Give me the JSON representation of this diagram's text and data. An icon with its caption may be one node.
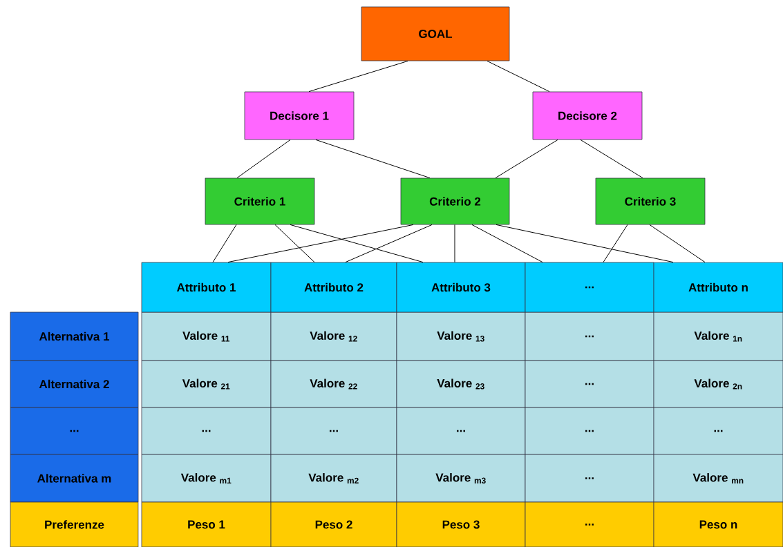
{
  "diagram": {
    "nodes": [
      {
        "text": [
          "GOAL"
        ]
      },
      {
        "text": [
          "Decisore 1"
        ]
      },
      {
        "text": [
          "Decisore 2"
        ]
      },
      {
        "text": [
          "Criterio 1"
        ]
      },
      {
        "text": [
          "Criterio 2"
        ]
      },
      {
        "text": [
          "Criterio 3"
        ]
      },
      {
        "text": [
          "Attributo 1"
        ]
      },
      {
        "text": [
          "Attributo 2"
        ]
      },
      {
        "text": [
          "Attributo 3"
        ]
      },
      {
        "text": [
          "..."
        ]
      },
      {
        "text": [
          "Attributo n"
        ]
      }
    ],
    "edges": [
      {
        "from": 0,
        "to": 1,
        "arrow": "none"
      },
      {
        "from": 0,
        "to": 2,
        "arrow": "none"
      },
      {
        "from": 1,
        "to": 3,
        "arrow": "none"
      },
      {
        "from": 1,
        "to": 4,
        "arrow": "none"
      },
      {
        "from": 2,
        "to": 4,
        "arrow": "none"
      },
      {
        "from": 2,
        "to": 5,
        "arrow": "none"
      },
      {
        "from": 3,
        "to": 6,
        "arrow": "none"
      },
      {
        "from": 3,
        "to": 7,
        "arrow": "none"
      },
      {
        "from": 3,
        "to": 8,
        "arrow": "none"
      },
      {
        "from": 4,
        "to": 6,
        "arrow": "none"
      },
      {
        "from": 4,
        "to": 7,
        "arrow": "none"
      },
      {
        "from": 4,
        "to": 8,
        "arrow": "none"
      },
      {
        "from": 4,
        "to": 9,
        "arrow": "none"
      },
      {
        "from": 4,
        "to": 10,
        "arrow": "none"
      },
      {
        "from": 5,
        "to": 9,
        "arrow": "none"
      },
      {
        "from": 5,
        "to": 10,
        "arrow": "none"
      }
    ],
    "labels": [
      "Alternativa 1",
      "Valore $_{11}$",
      "Valore $_{12}$",
      "Valore $_{13}$",
      "...",
      "Valore $_{1n}$",
      "Alternativa 2",
      "Valore $_{21}$",
      "Valore $_{22}$",
      "Valore $_{23}$",
      "...",
      "Valore $_{2n}$",
      "...",
      "...",
      "...",
      "...",
      "...",
      "...",
      "Alternativa m",
      "Valore $_{m1}$",
      "Valore $_{m2}$",
      "Valore $_{m3}$",
      "...",
      "Valore $_{mn}$",
      "Preferenze",
      "Peso 1",
      "Peso 2",
      "Peso 3",
      "...",
      "Peso n"
    ]
  }
}
